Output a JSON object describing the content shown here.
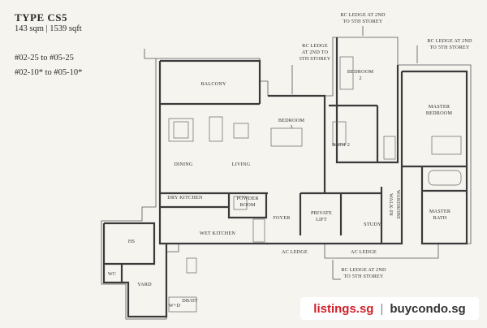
{
  "header": {
    "title": "TYPE CS5",
    "area": "143 sqm | 1539 sqft",
    "units_1": "#02-25   to #05-25",
    "units_2": "#02-10* to #05-10*"
  },
  "rooms": {
    "balcony": "BALCONY",
    "dining": "DINING",
    "living": "LIVING",
    "bedroom3_a": "BEDROOM",
    "bedroom3_b": "3",
    "bedroom2_a": "BEDROOM",
    "bedroom2_b": "2",
    "bath2": "BATH 2",
    "master_bedroom_a": "MASTER",
    "master_bedroom_b": "BEDROOM",
    "dry_kitchen": "DRY KITCHEN",
    "powder_a": "POWDER",
    "powder_b": "ROOM",
    "foyer": "FOYER",
    "private_lift_a": "PRIVATE",
    "private_lift_b": "LIFT",
    "study": "STUDY",
    "walkin_a": "WALK-IN",
    "walkin_b": "WARDROBE",
    "master_bath_a": "MASTER",
    "master_bath_b": "BATH",
    "wet_kitchen": "WET KITCHEN",
    "hs": "HS",
    "wc": "WC",
    "yard": "YARD",
    "wd": "W+D",
    "dbdt": "DB/DT",
    "ac_ledge_1": "AC LEDGE",
    "ac_ledge_2": "AC LEDGE"
  },
  "notes": {
    "rc1_a": "RC LEDGE AT 2ND",
    "rc1_b": "TO 5TH STOREY",
    "rc2_a": "RC LEDGE",
    "rc2_b": "AT 2ND TO",
    "rc2_c": "5TH STOREY",
    "rc3_a": "RC LEDGE AT 2ND",
    "rc3_b": "TO 5TH STOREY",
    "rc4_a": "RC LEDGE AT 2ND",
    "rc4_b": "TO 5TH STOREY"
  },
  "watermark": {
    "left": "listings.sg",
    "sep": "|",
    "right": "buycondo.sg"
  }
}
